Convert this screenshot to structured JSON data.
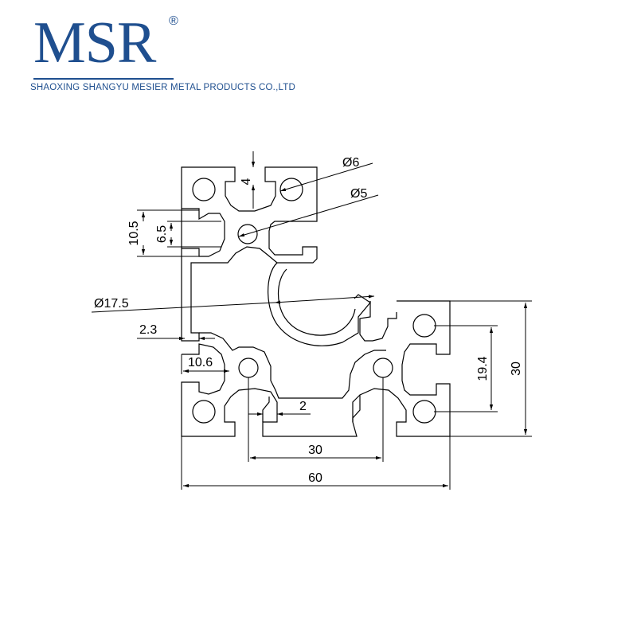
{
  "header": {
    "logo_text": "MSR",
    "registered_mark": "®",
    "company_name": "SHAOXING SHANGYU MESIER METAL PRODUCTS CO.,LTD"
  },
  "colors": {
    "brand": "#1f4f8f",
    "line": "#000000"
  },
  "dimensions": {
    "slot_depth": "4",
    "hole_large": "Ø6",
    "hole_center": "Ø5",
    "height_outer": "10.5",
    "slot_opening": "6.5",
    "arc_diameter": "Ø17.5",
    "wall_thickness": "2.3",
    "slot_width": "10.6",
    "wall_inner": "2",
    "hole_spacing": "19.4",
    "height_right": "30",
    "inner_span": "30",
    "overall_width": "60"
  }
}
